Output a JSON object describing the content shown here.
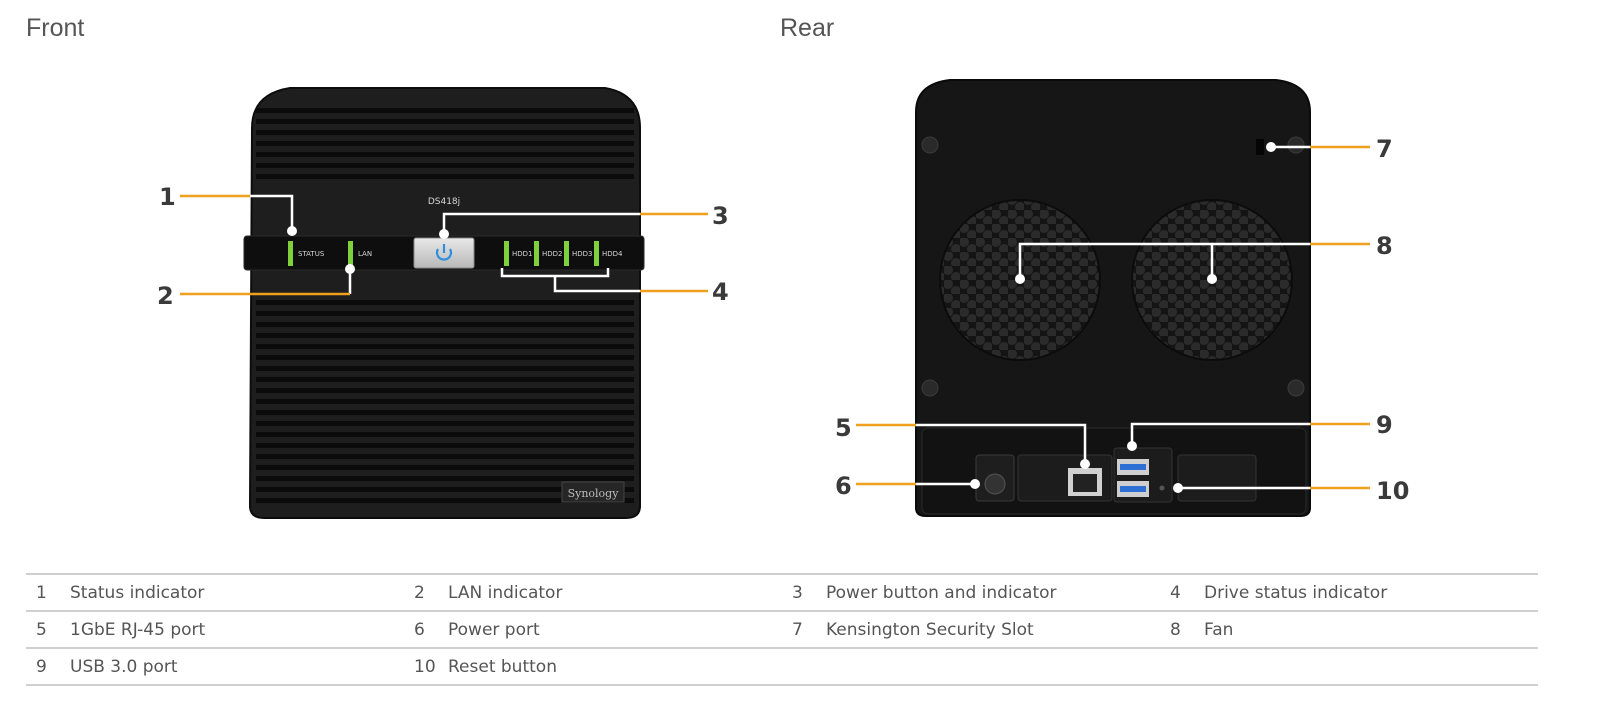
{
  "titles": {
    "front": "Front",
    "rear": "Rear"
  },
  "device": {
    "model": "DS418j",
    "brand": "Synology",
    "front_labels": [
      "STATUS",
      "LAN",
      "HDD1",
      "HDD2",
      "HDD3",
      "HDD4"
    ]
  },
  "callouts": [
    "1",
    "2",
    "3",
    "4",
    "5",
    "6",
    "7",
    "8",
    "9",
    "10"
  ],
  "colors": {
    "leader": "#f0a01f",
    "led_green": "#7fd13b",
    "power_blue": "#2e8fe0"
  },
  "legend": [
    [
      {
        "num": "1",
        "label": "Status indicator"
      },
      {
        "num": "2",
        "label": "LAN indicator"
      },
      {
        "num": "3",
        "label": "Power button and indicator"
      },
      {
        "num": "4",
        "label": "Drive status indicator"
      }
    ],
    [
      {
        "num": "5",
        "label": "1GbE RJ-45 port"
      },
      {
        "num": "6",
        "label": "Power port"
      },
      {
        "num": "7",
        "label": "Kensington Security Slot"
      },
      {
        "num": "8",
        "label": "Fan"
      }
    ],
    [
      {
        "num": "9",
        "label": "USB 3.0 port"
      },
      {
        "num": "10",
        "label": "Reset button"
      },
      {
        "num": "",
        "label": ""
      },
      {
        "num": "",
        "label": ""
      }
    ]
  ]
}
